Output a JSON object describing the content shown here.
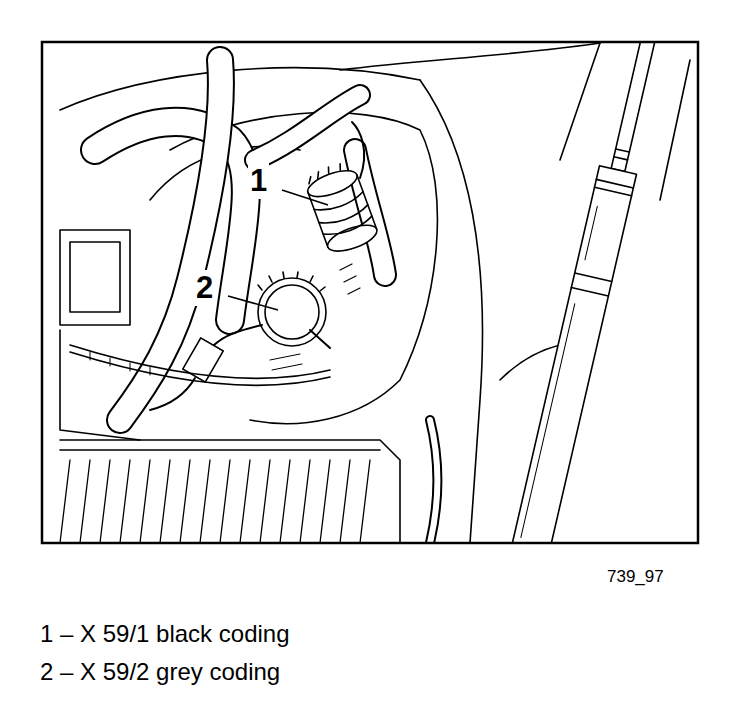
{
  "diagram": {
    "labels": [
      "1",
      "2",
      "739_97",
      "1 – X 59/1 black coding",
      "2 – X 59/2 grey coding"
    ]
  }
}
